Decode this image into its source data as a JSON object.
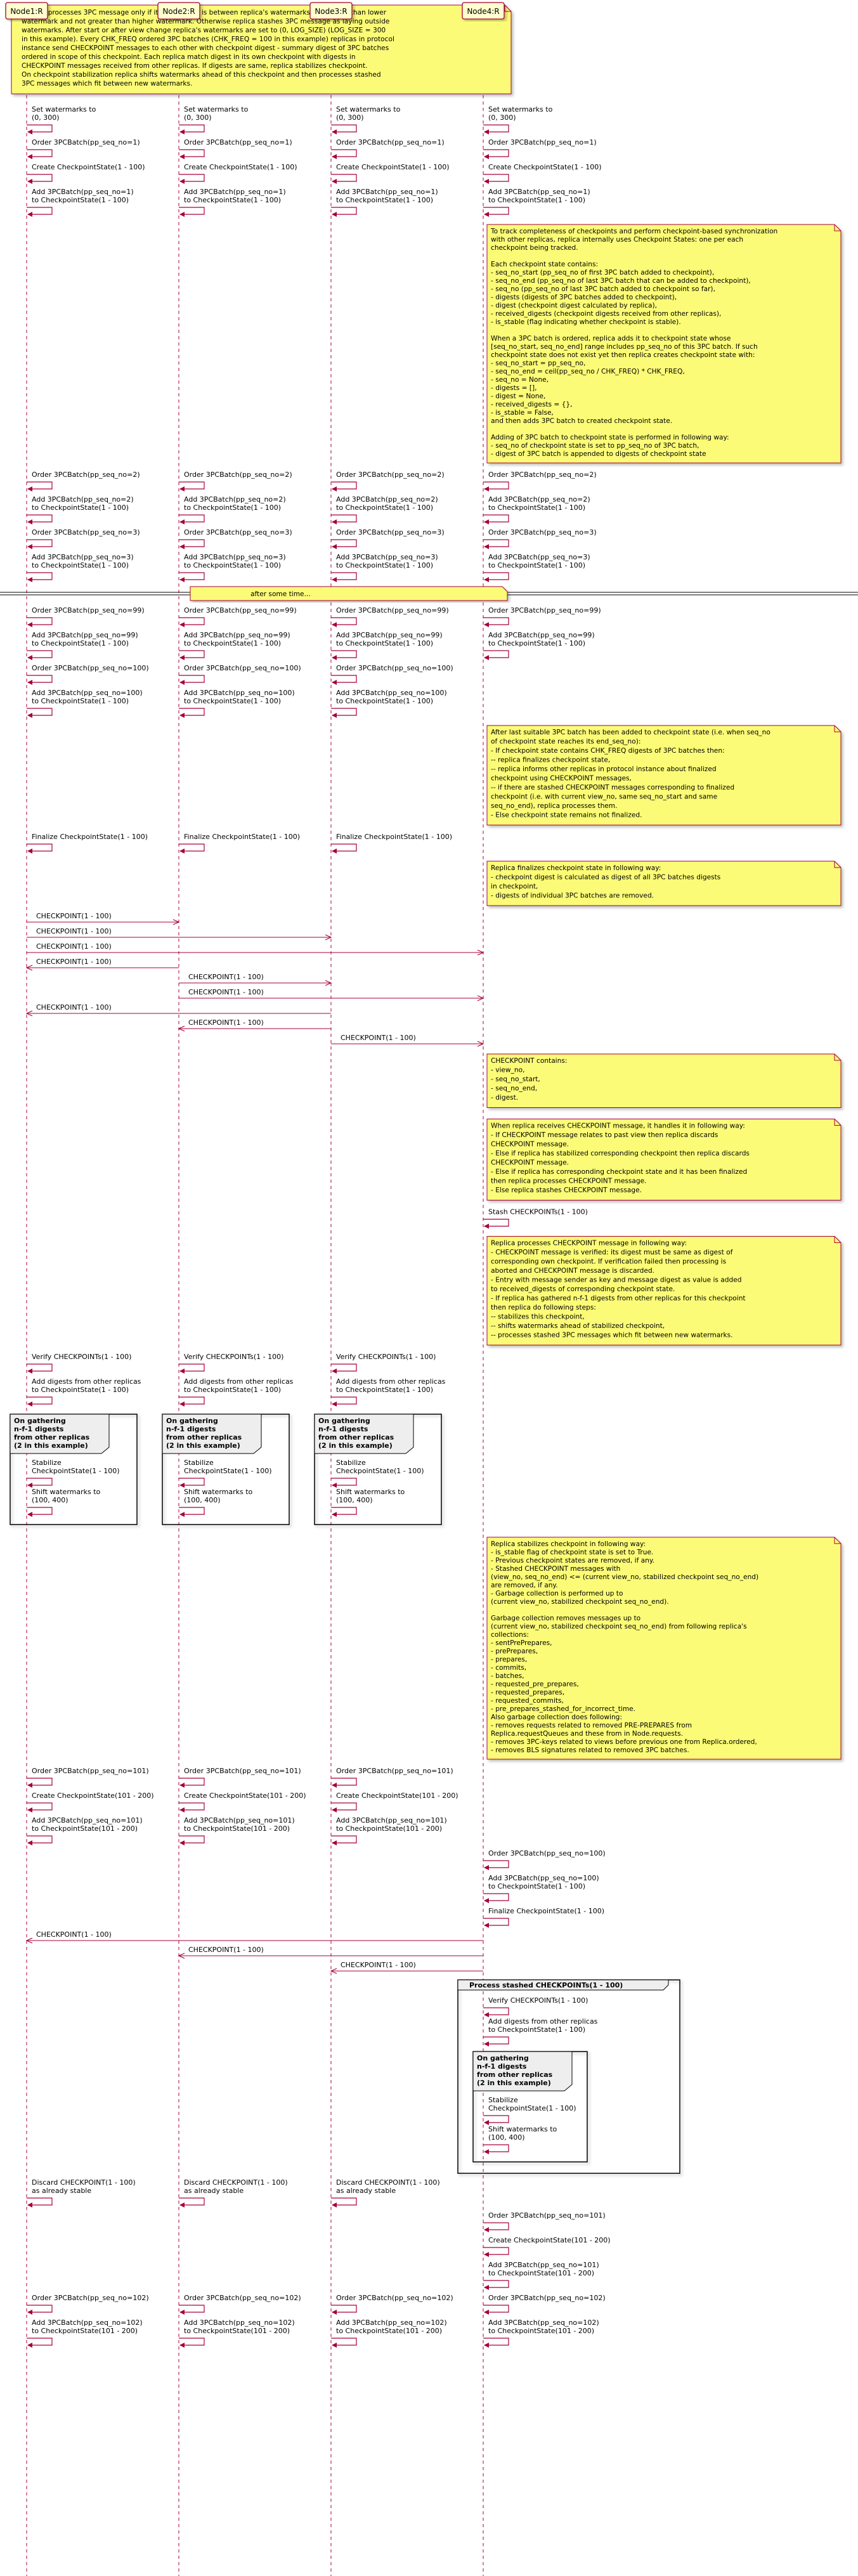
{
  "colors": {
    "arrow": "#a80036",
    "note_fill": "#fbfb77",
    "note_stroke": "#a80036",
    "participant_fill": "#fefece",
    "group_title_fill": "#eeeeee"
  },
  "participants": [
    {
      "id": "n1",
      "label": "Node1:R"
    },
    {
      "id": "n2",
      "label": "Node2:R"
    },
    {
      "id": "n3",
      "label": "Node3:R"
    },
    {
      "id": "n4",
      "label": "Node4:R"
    }
  ],
  "events": [
    {
      "kind": "note_over",
      "lines": [
        "Replica processes 3PC message only if its pp_seq_no is between replica's watermarks, i.e. higher than lower",
        "watermark and not greater than higher watermark. Otherwise replica stashes 3PC message as laying outside",
        "watermarks. After start or after view change replica's watermarks are set to (0, LOG_SIZE) (LOG_SIZE = 300",
        "in this example). Every CHK_FREQ ordered 3PC batches (CHK_FREQ = 100 in this example) replicas in protocol",
        "instance send CHECKPOINT messages to each other with checkpoint digest - summary digest of 3PC batches",
        "ordered in scope of this checkpoint. Each replica match digest in its own checkpoint with digests in",
        "CHECKPOINT messages received from other replicas. If digests are same, replica stabilizes checkpoint.",
        "On checkpoint stabilization replica shifts watermarks ahead of this checkpoint and then processes stashed",
        "3PC messages which fit between new watermarks."
      ]
    },
    {
      "kind": "self_all",
      "lines": [
        "Set watermarks to",
        "(0, 300)"
      ]
    },
    {
      "kind": "self_all",
      "lines": [
        "Order 3PCBatch(pp_seq_no=1)"
      ]
    },
    {
      "kind": "self_all",
      "lines": [
        "Create CheckpointState(1 - 100)"
      ]
    },
    {
      "kind": "self_all",
      "lines": [
        "Add 3PCBatch(pp_seq_no=1)",
        "to CheckpointState(1 - 100)"
      ]
    },
    {
      "kind": "note_right",
      "lines": [
        "To track completeness of checkpoints and perform checkpoint-based synchronization",
        "with other replicas, replica internally uses Checkpoint States: one per each",
        "checkpoint being tracked.",
        "",
        "Each checkpoint state contains:",
        "    - seq_no_start (pp_seq_no of first 3PC batch added to checkpoint),",
        "    - seq_no_end (pp_seq_no of last 3PC batch that can be added to checkpoint),",
        "    - seq_no (pp_seq_no of last 3PC batch added to checkpoint so far),",
        "    - digests (digests of 3PC batches added to checkpoint),",
        "    - digest (checkpoint digest calculated by replica),",
        "    - received_digests (checkpoint digests received from other replicas),",
        "    - is_stable (flag indicating whether checkpoint is stable).",
        "",
        "When a 3PC batch is ordered, replica adds it to checkpoint state whose",
        "[seq_no_start, seq_no_end] range includes pp_seq_no of this 3PC batch. If such",
        "checkpoint state does not exist yet then replica creates checkpoint state with:",
        "    - seq_no_start = pp_seq_no,",
        "    - seq_no_end = ceil(pp_seq_no / CHK_FREQ) * CHK_FREQ,",
        "    - seq_no = None,",
        "    - digests = [],",
        "    - digest = None,",
        "    - received_digests = {},",
        "    - is_stable = False,",
        "and then adds 3PC batch to created checkpoint state.",
        "",
        "Adding of 3PC batch to checkpoint state is performed in following way:",
        "    - seq_no of checkpoint state is set to pp_seq_no of 3PC batch,",
        "    - digest of 3PC batch is appended to digests of checkpoint state"
      ]
    },
    {
      "kind": "self_all",
      "lines": [
        "Order 3PCBatch(pp_seq_no=2)"
      ]
    },
    {
      "kind": "self_all",
      "lines": [
        "Add 3PCBatch(pp_seq_no=2)",
        "to CheckpointState(1 - 100)"
      ]
    },
    {
      "kind": "self_all",
      "lines": [
        "Order 3PCBatch(pp_seq_no=3)"
      ]
    },
    {
      "kind": "self_all",
      "lines": [
        "Add 3PCBatch(pp_seq_no=3)",
        "to CheckpointState(1 - 100)"
      ]
    },
    {
      "kind": "divider",
      "lines": [
        "after some time..."
      ]
    },
    {
      "kind": "self_all",
      "lines": [
        "Order 3PCBatch(pp_seq_no=99)"
      ]
    },
    {
      "kind": "self_all",
      "lines": [
        "Add 3PCBatch(pp_seq_no=99)",
        "to CheckpointState(1 - 100)"
      ]
    },
    {
      "kind": "self_all",
      "lines": [
        "Order 3PCBatch(pp_seq_no=100)"
      ],
      "on": [
        0,
        1,
        2
      ]
    },
    {
      "kind": "self_all",
      "lines": [
        "Add 3PCBatch(pp_seq_no=100)",
        "to CheckpointState(1 - 100)"
      ],
      "on": [
        0,
        1,
        2
      ]
    },
    {
      "kind": "note_right",
      "lines": [
        "After last suitable 3PC batch has been added to checkpoint state (i.e. when seq_no",
        "of checkpoint state reaches its end_seq_no):",
        "    - If checkpoint state contains CHK_FREQ digests of 3PC batches then:",
        "        -- replica finalizes checkpoint state,",
        "        -- replica informs other replicas in protocol instance about finalized",
        "           checkpoint using CHECKPOINT messages,",
        "        -- if there are stashed CHECKPOINT messages corresponding to finalized",
        "           checkpoint (i.e. with current view_no, same seq_no_start and same",
        "           seq_no_end), replica processes them.",
        "    - Else checkpoint state remains not finalized."
      ]
    },
    {
      "kind": "self_all",
      "lines": [
        "Finalize CheckpointState(1 - 100)"
      ],
      "on": [
        0,
        1,
        2
      ]
    },
    {
      "kind": "note_right",
      "lines": [
        "Replica finalizes checkpoint state in following way:",
        "    - checkpoint digest is calculated as digest of all 3PC batches digests",
        "      in checkpoint,",
        "    - digests of individual 3PC batches are removed."
      ]
    },
    {
      "kind": "msg",
      "from": 0,
      "to": 1,
      "lines": [
        "CHECKPOINT(1 - 100)"
      ]
    },
    {
      "kind": "msg",
      "from": 0,
      "to": 2,
      "lines": [
        "CHECKPOINT(1 - 100)"
      ]
    },
    {
      "kind": "msg",
      "from": 0,
      "to": 3,
      "lines": [
        "CHECKPOINT(1 - 100)"
      ]
    },
    {
      "kind": "msg",
      "from": 1,
      "to": 0,
      "lines": [
        "CHECKPOINT(1 - 100)"
      ]
    },
    {
      "kind": "msg",
      "from": 1,
      "to": 2,
      "lines": [
        "CHECKPOINT(1 - 100)"
      ]
    },
    {
      "kind": "msg",
      "from": 1,
      "to": 3,
      "lines": [
        "CHECKPOINT(1 - 100)"
      ]
    },
    {
      "kind": "msg",
      "from": 2,
      "to": 0,
      "lines": [
        "CHECKPOINT(1 - 100)"
      ]
    },
    {
      "kind": "msg",
      "from": 2,
      "to": 1,
      "lines": [
        "CHECKPOINT(1 - 100)"
      ]
    },
    {
      "kind": "msg",
      "from": 2,
      "to": 3,
      "lines": [
        "CHECKPOINT(1 - 100)"
      ]
    },
    {
      "kind": "note_right",
      "lines": [
        "CHECKPOINT contains:",
        "    - view_no,",
        "    - seq_no_start,",
        "    - seq_no_end,",
        "    - digest."
      ]
    },
    {
      "kind": "note_right",
      "lines": [
        "When replica receives CHECKPOINT message, it handles it in following way:",
        "    - If CHECKPOINT message relates to past view then replica discards",
        "      CHECKPOINT message.",
        "    - Else if replica has stabilized corresponding checkpoint then replica discards",
        "      CHECKPOINT message.",
        "    - Else if replica has corresponding checkpoint state and it has been finalized",
        "      then replica processes CHECKPOINT message.",
        "    - Else replica stashes CHECKPOINT message."
      ]
    },
    {
      "kind": "self_all",
      "lines": [
        "Stash CHECKPOINTs(1 - 100)"
      ],
      "on": [
        3
      ]
    },
    {
      "kind": "note_right",
      "lines": [
        "Replica processes CHECKPOINT message in following way:",
        "    - CHECKPOINT message is verified: its digest must be same as digest of",
        "      corresponding own checkpoint. If verification failed then processing is",
        "      aborted and CHECKPOINT message is discarded.",
        "    - Entry with message sender as key and message digest as value is added",
        "      to received_digests of corresponding checkpoint state.",
        "    - If replica has gathered n-f-1 digests from other replicas for this checkpoint",
        "      then replica do following steps:",
        "        -- stabilizes this checkpoint,",
        "        -- shifts watermarks ahead of stabilized checkpoint,",
        "        -- processes stashed 3PC messages which fit between new watermarks."
      ]
    },
    {
      "kind": "self_all",
      "lines": [
        "Verify CHECKPOINTs(1 - 100)"
      ],
      "on": [
        0,
        1,
        2
      ]
    },
    {
      "kind": "self_all",
      "lines": [
        "Add digests from other replicas",
        "to CheckpointState(1 - 100)"
      ],
      "on": [
        0,
        1,
        2
      ]
    },
    {
      "kind": "group",
      "on": [
        0,
        1,
        2
      ],
      "title": [
        "On gathering",
        "n-f-1 digests",
        "from other replicas",
        "(2 in this example)"
      ],
      "items": [
        [
          "Stabilize",
          "CheckpointState(1 - 100)"
        ],
        [
          "Shift watermarks to",
          "(100, 400)"
        ]
      ]
    },
    {
      "kind": "note_right",
      "lines": [
        "Replica stabilizes checkpoint in following way:",
        "    - is_stable flag of checkpoint state is set to True.",
        "    - Previous checkpoint states are removed, if any.",
        "    - Stashed CHECKPOINT messages with",
        "      (view_no, seq_no_end) <= (current view_no, stabilized checkpoint seq_no_end)",
        "      are removed, if any.",
        "    - Garbage collection is performed up to",
        "      (current view_no, stabilized checkpoint seq_no_end).",
        "",
        "Garbage collection removes messages up to",
        "(current view_no, stabilized checkpoint seq_no_end) from following replica's",
        "collections:",
        "    - sentPrePrepares,",
        "    - prePrepares,",
        "    - prepares,",
        "    - commits,",
        "    - batches,",
        "    - requested_pre_prepares,",
        "    - requested_prepares,",
        "    - requested_commits,",
        "    - pre_prepares_stashed_for_incorrect_time.",
        "Also garbage collection does following:",
        "    - removes requests related to removed PRE-PREPARES from",
        "      Replica.requestQueues and these from in Node.requests.",
        "    - removes 3PC-keys related to views before previous one from Replica.ordered,",
        "    - removes BLS signatures related to removed 3PC batches."
      ]
    },
    {
      "kind": "self_all",
      "lines": [
        "Order 3PCBatch(pp_seq_no=101)"
      ],
      "on": [
        0,
        1,
        2
      ]
    },
    {
      "kind": "self_all",
      "lines": [
        "Create CheckpointState(101 - 200)"
      ],
      "on": [
        0,
        1,
        2
      ]
    },
    {
      "kind": "self_all",
      "lines": [
        "Add 3PCBatch(pp_seq_no=101)",
        "to CheckpointState(101 - 200)"
      ],
      "on": [
        0,
        1,
        2
      ]
    },
    {
      "kind": "self_all",
      "lines": [
        "Order 3PCBatch(pp_seq_no=100)"
      ],
      "on": [
        3
      ]
    },
    {
      "kind": "self_all",
      "lines": [
        "Add 3PCBatch(pp_seq_no=100)",
        "to CheckpointState(1 - 100)"
      ],
      "on": [
        3
      ]
    },
    {
      "kind": "self_all",
      "lines": [
        "Finalize CheckpointState(1 - 100)"
      ],
      "on": [
        3
      ]
    },
    {
      "kind": "msg",
      "from": 3,
      "to": 0,
      "lines": [
        "CHECKPOINT(1 - 100)"
      ]
    },
    {
      "kind": "msg",
      "from": 3,
      "to": 1,
      "lines": [
        "CHECKPOINT(1 - 100)"
      ]
    },
    {
      "kind": "msg",
      "from": 3,
      "to": 2,
      "lines": [
        "CHECKPOINT(1 - 100)"
      ]
    },
    {
      "kind": "stashed_block",
      "title": "Process stashed CHECKPOINTs(1 - 100)",
      "steps": [
        [
          "Verify CHECKPOINTs(1 - 100)"
        ],
        [
          "Add digests from other replicas",
          "to CheckpointState(1 - 100)"
        ]
      ],
      "group": {
        "title": [
          "On gathering",
          "n-f-1 digests",
          "from other replicas",
          "(2 in this example)"
        ],
        "items": [
          [
            "Stabilize",
            "CheckpointState(1 - 100)"
          ],
          [
            "Shift watermarks to",
            "(100, 400)"
          ]
        ]
      }
    },
    {
      "kind": "self_all",
      "lines": [
        "Discard CHECKPOINT(1 - 100)",
        "as already stable"
      ],
      "on": [
        0,
        1,
        2
      ]
    },
    {
      "kind": "self_all",
      "lines": [
        "Order 3PCBatch(pp_seq_no=101)"
      ],
      "on": [
        3
      ]
    },
    {
      "kind": "self_all",
      "lines": [
        "Create CheckpointState(101 - 200)"
      ],
      "on": [
        3
      ]
    },
    {
      "kind": "self_all",
      "lines": [
        "Add 3PCBatch(pp_seq_no=101)",
        "to CheckpointState(101 - 200)"
      ],
      "on": [
        3
      ]
    },
    {
      "kind": "self_all",
      "lines": [
        "Order 3PCBatch(pp_seq_no=102)"
      ]
    },
    {
      "kind": "self_all",
      "lines": [
        "Add 3PCBatch(pp_seq_no=102)",
        "to CheckpointState(101 - 200)"
      ]
    }
  ]
}
